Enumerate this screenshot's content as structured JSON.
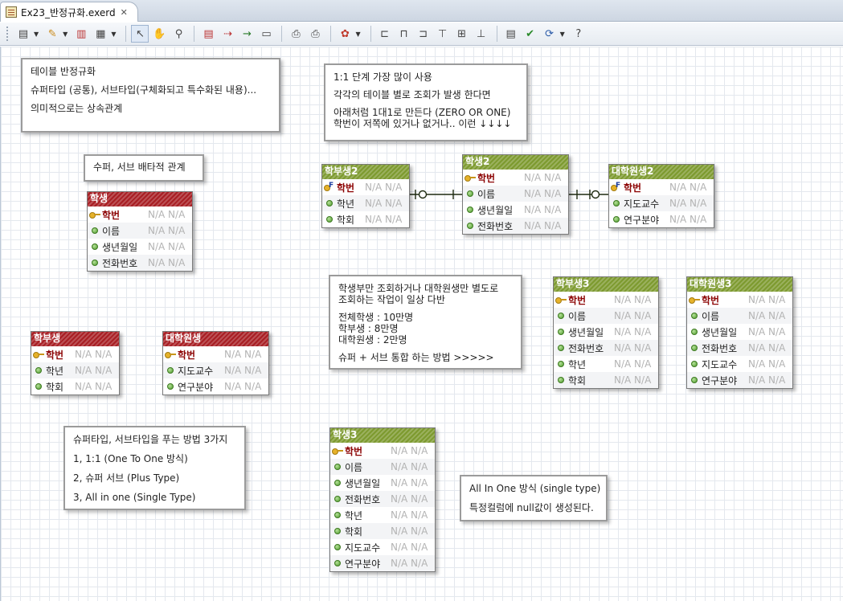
{
  "tab": {
    "title": "Ex23_반정규화.exerd",
    "close": "✕"
  },
  "toolbar": {
    "icons": [
      "new-table-icon",
      "dropdown",
      "note-icon",
      "dropdown",
      "save-diagram-icon",
      "page-icon",
      "dropdown",
      "select-arrow-icon",
      "hand-icon",
      "zoom-icon",
      "table-tool-icon",
      "relation-dashed-icon",
      "relation-solid-icon",
      "comment-icon",
      "print-preview-icon",
      "print-icon",
      "palette-icon",
      "dropdown",
      "align-left-icon",
      "align-center-icon",
      "align-right-icon",
      "align-top-icon",
      "align-middle-icon",
      "align-bottom-icon",
      "report-icon",
      "validate-icon",
      "forward-engineer-icon",
      "dropdown",
      "help-icon"
    ]
  },
  "notes": [
    {
      "lines": [
        "테이블 반정규화",
        "슈퍼타입 (공통), 서브타입(구체화되고 특수화된 내용)...",
        "의미적으로는 상속관계"
      ]
    },
    {
      "lines": [
        "1:1 단계 가장 많이 사용",
        "각각의 테이블 별로 조회가 발생 한다면",
        "아래처럼 1대1로 만든다 (ZERO OR ONE)",
        "학번이 저쪽에 있거나 없거나.. 이런 ↓↓↓↓"
      ]
    },
    {
      "lines": [
        "수퍼, 서브 배타적 관계"
      ]
    },
    {
      "lines": [
        "학생부만 조회하거나 대학원생만 별도로",
        "조회하는 작업이 일상 다반",
        "전체학생 : 10만명",
        "학부생 : 8만명",
        "대학원생 : 2만명",
        "슈퍼 + 서브 통합 하는 방법 >>>>>"
      ]
    },
    {
      "lines": [
        "슈퍼타입, 서브타입을 푸는 방법 3가지",
        "1, 1:1 (One To One 방식)",
        "2, 슈퍼 서브 (Plus Type)",
        "3, All in one (Single Type)"
      ]
    },
    {
      "lines": [
        "All In One 방식 (single type)",
        "특정컬럼에 null값이 생성된다."
      ]
    }
  ],
  "entities": [
    {
      "name": "학생",
      "color": "#a81f24",
      "columns": [
        {
          "name": "학번",
          "type": "N/A N/A",
          "kind": "pk"
        },
        {
          "name": "이름",
          "type": "N/A N/A",
          "kind": "col"
        },
        {
          "name": "생년월일",
          "type": "N/A N/A",
          "kind": "col"
        },
        {
          "name": "전화번호",
          "type": "N/A N/A",
          "kind": "col"
        }
      ]
    },
    {
      "name": "학부생",
      "color": "#a81f24",
      "columns": [
        {
          "name": "학번",
          "type": "N/A N/A",
          "kind": "pk"
        },
        {
          "name": "학년",
          "type": "N/A N/A",
          "kind": "col"
        },
        {
          "name": "학회",
          "type": "N/A N/A",
          "kind": "col"
        }
      ]
    },
    {
      "name": "대학원생",
      "color": "#a81f24",
      "columns": [
        {
          "name": "학번",
          "type": "N/A N/A",
          "kind": "pk"
        },
        {
          "name": "지도교수",
          "type": "N/A N/A",
          "kind": "col"
        },
        {
          "name": "연구분야",
          "type": "N/A N/A",
          "kind": "col"
        }
      ]
    },
    {
      "name": "학부생2",
      "color": "#7d9a2f",
      "columns": [
        {
          "name": "학번",
          "type": "N/A N/A",
          "kind": "fk"
        },
        {
          "name": "학년",
          "type": "N/A N/A",
          "kind": "col"
        },
        {
          "name": "학회",
          "type": "N/A N/A",
          "kind": "col"
        }
      ]
    },
    {
      "name": "학생2",
      "color": "#7d9a2f",
      "columns": [
        {
          "name": "학번",
          "type": "N/A N/A",
          "kind": "pk"
        },
        {
          "name": "이름",
          "type": "N/A N/A",
          "kind": "col"
        },
        {
          "name": "생년월일",
          "type": "N/A N/A",
          "kind": "col"
        },
        {
          "name": "전화번호",
          "type": "N/A N/A",
          "kind": "col"
        }
      ]
    },
    {
      "name": "대학원생2",
      "color": "#7d9a2f",
      "columns": [
        {
          "name": "학번",
          "type": "N/A N/A",
          "kind": "fk"
        },
        {
          "name": "지도교수",
          "type": "N/A N/A",
          "kind": "col"
        },
        {
          "name": "연구분야",
          "type": "N/A N/A",
          "kind": "col"
        }
      ]
    },
    {
      "name": "학부생3",
      "color": "#7d9a2f",
      "columns": [
        {
          "name": "학번",
          "type": "N/A N/A",
          "kind": "pk"
        },
        {
          "name": "이름",
          "type": "N/A N/A",
          "kind": "col"
        },
        {
          "name": "생년월일",
          "type": "N/A N/A",
          "kind": "col"
        },
        {
          "name": "전화번호",
          "type": "N/A N/A",
          "kind": "col"
        },
        {
          "name": "학년",
          "type": "N/A N/A",
          "kind": "col"
        },
        {
          "name": "학회",
          "type": "N/A N/A",
          "kind": "col"
        }
      ]
    },
    {
      "name": "대학원생3",
      "color": "#7d9a2f",
      "columns": [
        {
          "name": "학번",
          "type": "N/A N/A",
          "kind": "pk"
        },
        {
          "name": "이름",
          "type": "N/A N/A",
          "kind": "col"
        },
        {
          "name": "생년월일",
          "type": "N/A N/A",
          "kind": "col"
        },
        {
          "name": "전화번호",
          "type": "N/A N/A",
          "kind": "col"
        },
        {
          "name": "지도교수",
          "type": "N/A N/A",
          "kind": "col"
        },
        {
          "name": "연구분야",
          "type": "N/A N/A",
          "kind": "col"
        }
      ]
    },
    {
      "name": "학생3",
      "color": "#7d9a2f",
      "columns": [
        {
          "name": "학번",
          "type": "N/A N/A",
          "kind": "pk"
        },
        {
          "name": "이름",
          "type": "N/A N/A",
          "kind": "col"
        },
        {
          "name": "생년월일",
          "type": "N/A N/A",
          "kind": "col"
        },
        {
          "name": "전화번호",
          "type": "N/A N/A",
          "kind": "col"
        },
        {
          "name": "학년",
          "type": "N/A N/A",
          "kind": "col"
        },
        {
          "name": "학회",
          "type": "N/A N/A",
          "kind": "col"
        },
        {
          "name": "지도교수",
          "type": "N/A N/A",
          "kind": "col"
        },
        {
          "name": "연구분야",
          "type": "N/A N/A",
          "kind": "col"
        }
      ]
    }
  ]
}
